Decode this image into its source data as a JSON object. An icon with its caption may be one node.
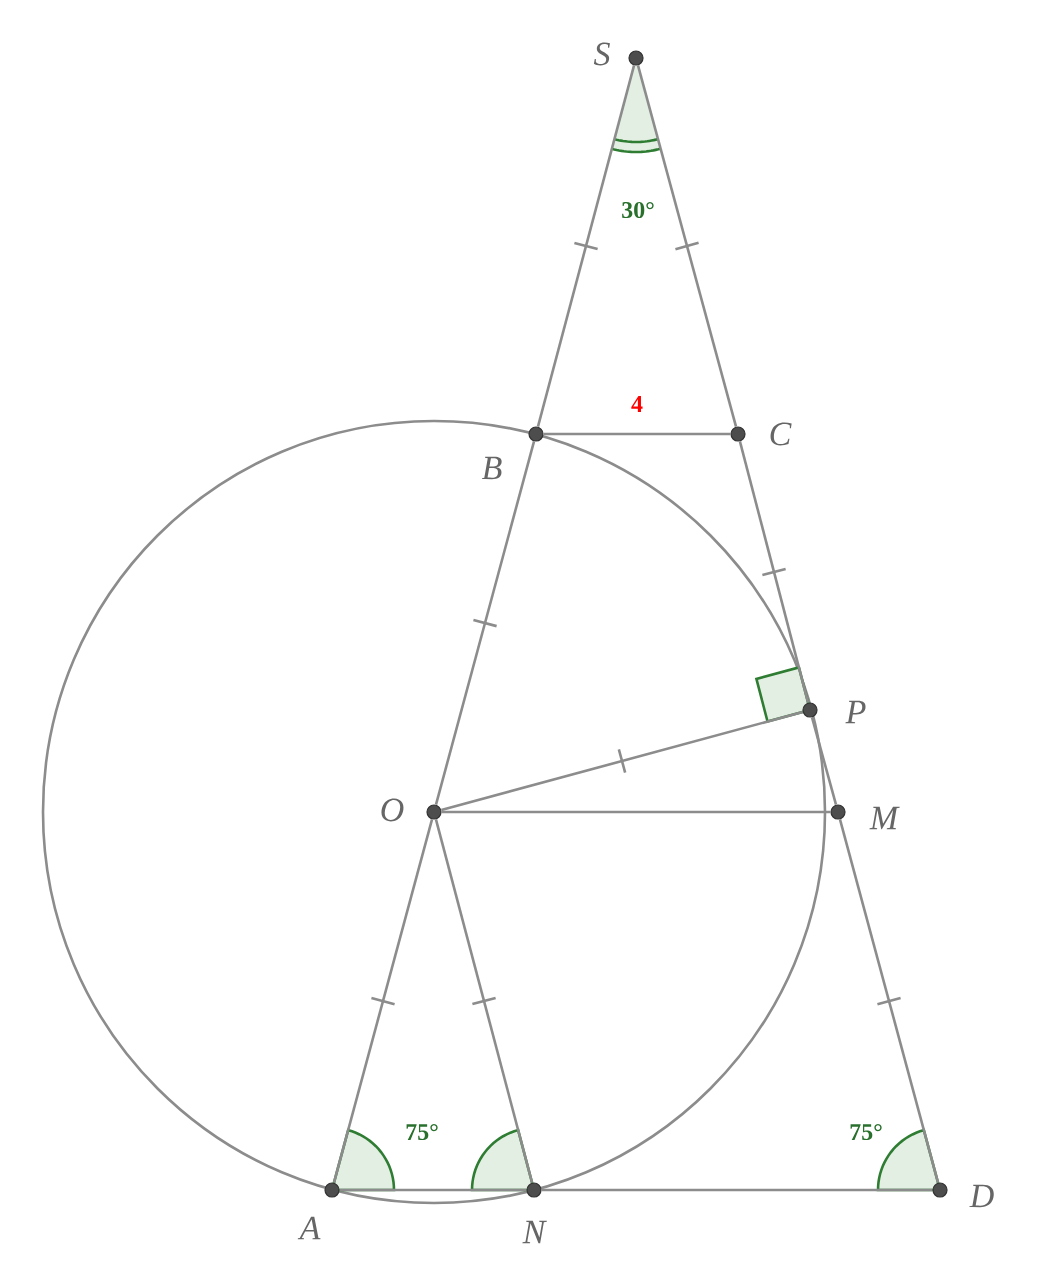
{
  "diagram": {
    "nodes": [
      {
        "text": [
          "S"
        ]
      },
      {
        "text": [
          "B"
        ]
      },
      {
        "text": [
          "C"
        ]
      },
      {
        "text": [
          "P"
        ]
      },
      {
        "text": [
          "O"
        ]
      },
      {
        "text": [
          "M"
        ]
      },
      {
        "text": [
          "A"
        ]
      },
      {
        "text": [
          "N"
        ]
      },
      {
        "text": [
          "D"
        ]
      }
    ],
    "edges": [
      {
        "from": 0,
        "to": 1,
        "arrow": "none"
      },
      {
        "from": 0,
        "to": 2,
        "arrow": "none"
      },
      {
        "from": 1,
        "to": 2,
        "arrow": "none",
        "label": "4"
      },
      {
        "from": 1,
        "to": 4,
        "arrow": "none"
      },
      {
        "from": 2,
        "to": 3,
        "arrow": "none"
      },
      {
        "from": 4,
        "to": 3,
        "arrow": "none"
      },
      {
        "from": 3,
        "to": 5,
        "arrow": "none"
      },
      {
        "from": 4,
        "to": 5,
        "arrow": "none"
      },
      {
        "from": 5,
        "to": 8,
        "arrow": "none"
      },
      {
        "from": 4,
        "to": 6,
        "arrow": "none"
      },
      {
        "from": 4,
        "to": 7,
        "arrow": "none"
      },
      {
        "from": 6,
        "to": 7,
        "arrow": "none"
      },
      {
        "from": 7,
        "to": 8,
        "arrow": "none"
      }
    ],
    "labels": [
      "30°",
      "75°",
      "75°"
    ]
  }
}
